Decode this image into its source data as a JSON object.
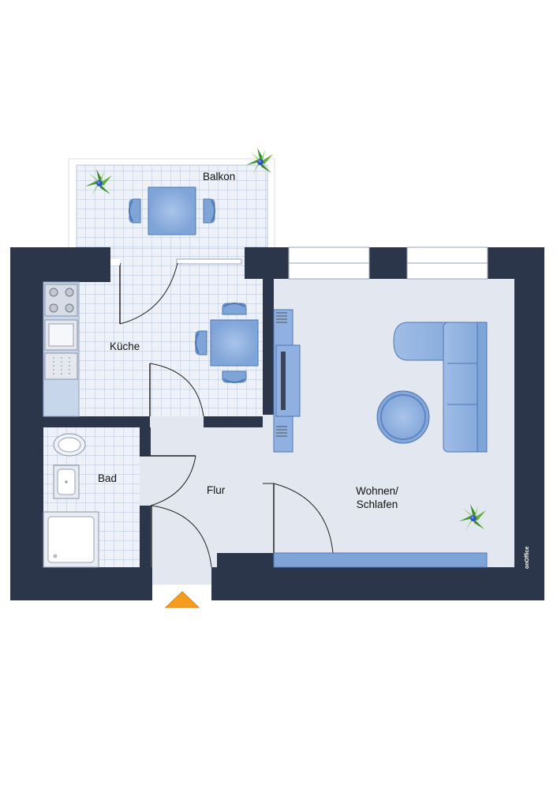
{
  "rooms": {
    "balkon": "Balkon",
    "kueche": "Küche",
    "bad": "Bad",
    "flur": "Flur",
    "wohnen_line1": "Wohnen/",
    "wohnen_line2": "Schlafen"
  },
  "logo": {
    "text": "onOffice"
  },
  "colors": {
    "wall": "#2c364a",
    "tile": "#eef2f8",
    "tile_grid": "#b3c2d8",
    "floor": "#e3e7f0",
    "furniture": "#7fa4d8",
    "furniture_dark": "#4d77b4",
    "entrance_arrow": "#f39c1e"
  }
}
